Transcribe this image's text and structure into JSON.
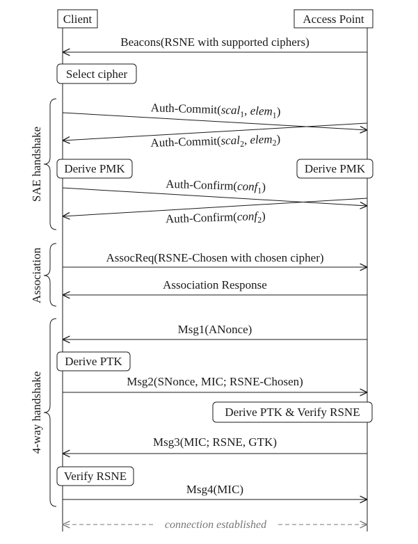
{
  "participants": {
    "client": "Client",
    "access_point": "Access Point"
  },
  "phases": {
    "sae": "SAE handshake",
    "association": "Association",
    "four_way": "4-way handshake"
  },
  "messages": {
    "beacons": "Beacons(RSNE with supported ciphers)",
    "commit1_prefix": "Auth-Commit(",
    "commit1_scal": "scal",
    "commit1_scal_sub": "1",
    "commit1_sep": ", ",
    "commit1_elem": "elem",
    "commit1_elem_sub": "1",
    "commit1_suffix": ")",
    "commit2_prefix": "Auth-Commit(",
    "commit2_scal": "scal",
    "commit2_scal_sub": "2",
    "commit2_sep": ", ",
    "commit2_elem": "elem",
    "commit2_elem_sub": "2",
    "commit2_suffix": ")",
    "confirm1_prefix": "Auth-Confirm(",
    "confirm1_conf": "conf",
    "confirm1_sub": "1",
    "confirm1_suffix": ")",
    "confirm2_prefix": "Auth-Confirm(",
    "confirm2_conf": "conf",
    "confirm2_sub": "2",
    "confirm2_suffix": ")",
    "assoc_req": "AssocReq(RSNE-Chosen with chosen cipher)",
    "assoc_resp": "Association Response",
    "msg1": "Msg1(ANonce)",
    "msg2": "Msg2(SNonce, MIC; RSNE-Chosen)",
    "msg3": "Msg3(MIC; RSNE, GTK)",
    "msg4": "Msg4(MIC)",
    "connection": "connection established"
  },
  "actions": {
    "select_cipher": "Select cipher",
    "derive_pmk_client": "Derive PMK",
    "derive_pmk_ap": "Derive PMK",
    "derive_ptk": "Derive PTK",
    "derive_ptk_verify": "Derive PTK & Verify RSNE",
    "verify_rsne": "Verify RSNE"
  }
}
